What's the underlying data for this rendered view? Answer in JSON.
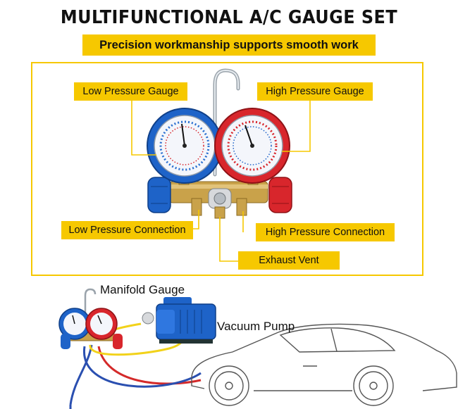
{
  "header": {
    "title": "MULTIFUNCTIONAL A/C GAUGE SET",
    "subtitle": "Precision workmanship supports smooth work"
  },
  "callouts": {
    "low_gauge": "Low Pressure Gauge",
    "high_gauge": "High Pressure Gauge",
    "low_connection": "Low Pressure Connection",
    "high_connection": "High Pressure Connection",
    "exhaust_vent": "Exhaust Vent"
  },
  "diagram": {
    "manifold_label": "Manifold Gauge",
    "pump_label": "Vacuum Pump"
  },
  "colors": {
    "accent": "#f6c800",
    "low_side": "#1e63c8",
    "high_side": "#d8262c",
    "hose_yellow": "#f2d21a",
    "hose_blue": "#2a4fb0",
    "hose_red": "#d42a2a"
  }
}
